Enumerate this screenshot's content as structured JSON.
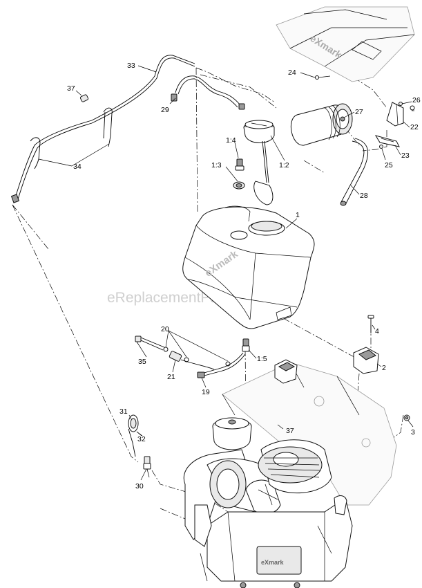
{
  "watermark": "eReplacementParts.com",
  "brand_marks": [
    "eXmark",
    "eXmark",
    "eXmark"
  ],
  "callouts": {
    "c1": "1",
    "c1_2": "1:2",
    "c1_3": "1:3",
    "c1_4": "1:4",
    "c1_5": "1:5",
    "c2": "2",
    "c3": "3",
    "c4": "4",
    "c19": "19",
    "c20": "20",
    "c21": "21",
    "c22": "22",
    "c23": "23",
    "c24": "24",
    "c25": "25",
    "c26": "26",
    "c27": "27",
    "c28": "28",
    "c29": "29",
    "c30": "30",
    "c31": "31",
    "c32": "32",
    "c33": "33",
    "c34": "34",
    "c35": "35",
    "c37a": "37",
    "c37b": "37"
  }
}
